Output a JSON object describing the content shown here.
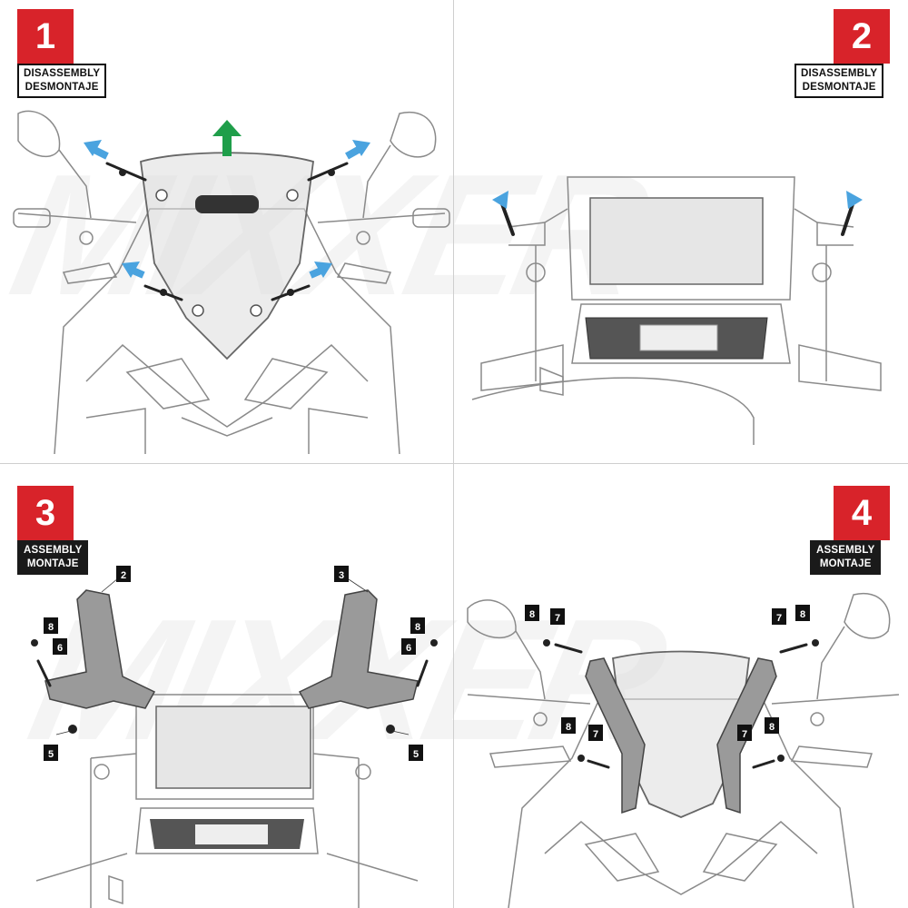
{
  "watermark": "MIXXER",
  "steps": [
    {
      "number": "1",
      "label_en": "DISASSEMBLY",
      "label_es": "DESMONTAJE"
    },
    {
      "number": "2",
      "label_en": "DISASSEMBLY",
      "label_es": "DESMONTAJE"
    },
    {
      "number": "3",
      "label_en": "ASSEMBLY",
      "label_es": "MONTAJE"
    },
    {
      "number": "4",
      "label_en": "ASSEMBLY",
      "label_es": "MONTAJE"
    }
  ],
  "part_tags": {
    "p3": [
      "2",
      "3",
      "8",
      "6",
      "8",
      "6",
      "5",
      "5"
    ],
    "p4": [
      "8",
      "7",
      "7",
      "8",
      "8",
      "7",
      "7",
      "8"
    ]
  },
  "colors": {
    "step_red": "#d8232a",
    "arrow_blue": "#4aa3df",
    "arrow_green": "#1f9e4a",
    "bracket_gray": "#8a8a8a",
    "line_gray": "#7a7a7a"
  }
}
